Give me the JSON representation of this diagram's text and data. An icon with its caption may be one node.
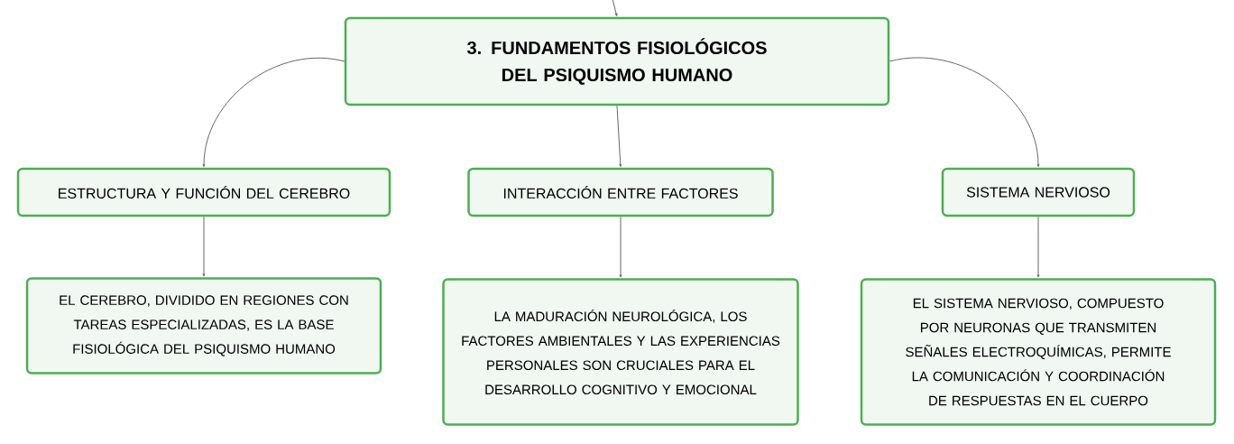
{
  "diagram": {
    "nodes": [
      {
        "text": [
          "3. FUNDAMENTOS FISIOLÓGICOS DEL PSIQUISMO HUMANO"
        ]
      },
      {
        "text": [
          "ESTRUCTURA Y FUNCIÓN DEL CEREBRO"
        ]
      },
      {
        "text": [
          "INTERACCIÓN ENTRE FACTORES"
        ]
      },
      {
        "text": [
          "SISTEMA NERVIOSO"
        ]
      },
      {
        "text": [
          "EL CEREBRO, DIVIDIDO EN REGIONES CON TAREAS ESPECIALIZADAS, ES LA BASE FISIOLÓGICA DEL PSIQUISMO HUMANO"
        ]
      },
      {
        "text": [
          "LA MADURACIÓN NEUROLÓGICA, LOS FACTORES AMBIENTALES Y LAS EXPERIENCIAS PERSONALES SON CRUCIALES PARA EL DESARROLLO COGNITIVO Y EMOCIONAL"
        ]
      },
      {
        "text": [
          "EL SISTEMA NERVIOSO, COMPUESTO POR NEURONAS QUE TRANSMITEN SEÑALES ELECTROQUÍMICAS, PERMITE LA COMUNICACIÓN Y COORDINACIÓN DE RESPUESTAS EN EL CUERPO"
        ]
      }
    ],
    "edges": [
      {
        "from": null,
        "to": 0,
        "arrow": "to"
      },
      {
        "from": 0,
        "to": 1,
        "arrow": "to"
      },
      {
        "from": 0,
        "to": 2,
        "arrow": "to"
      },
      {
        "from": 0,
        "to": 3,
        "arrow": "to"
      },
      {
        "from": 1,
        "to": 4,
        "arrow": "to"
      },
      {
        "from": 2,
        "to": 5,
        "arrow": "to"
      },
      {
        "from": 3,
        "to": 6,
        "arrow": "to"
      }
    ]
  }
}
